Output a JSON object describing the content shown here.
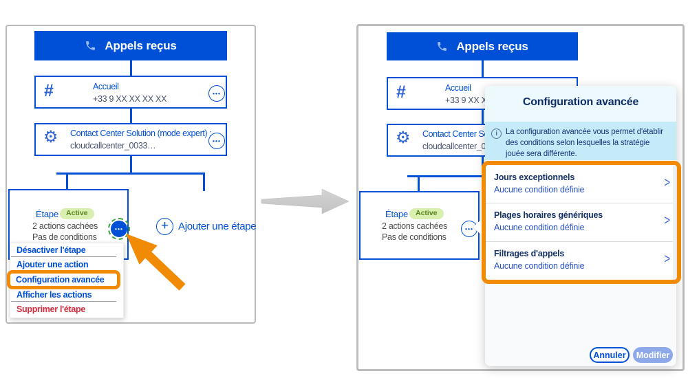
{
  "colors": {
    "brand_blue": "#0050d7",
    "navy_text": "#0d2e66",
    "row_subtitle_blue": "#2a52c5",
    "muted_gray_text": "#4c4c4e",
    "slate_text": "#47536d",
    "highlight_orange": "#f18a05",
    "danger_red": "#d02c3c",
    "badge_green_bg": "#d8efb0",
    "badge_green_text": "#5a831f",
    "info_banner_bg": "#c5ebf8",
    "popover_header_bg": "#eef9fd",
    "popover_bg": "#f9fafb",
    "disabled_button_bg": "#8da9ea",
    "panel_border_gray": "#b9b9b9",
    "arrow_gray": "#c8c8c8",
    "focus_ring_green": "#3fa33f"
  },
  "flow": {
    "header_title": "Appels reçus",
    "accueil": {
      "title": "Accueil",
      "subtitle": "+33 9 XX XX XX XX"
    },
    "contact": {
      "title": "Contact Center Solution (mode expert) :",
      "subtitle": "cloudcallcenter_0033…"
    },
    "etape": {
      "title": "Étape 1",
      "badge": "Active",
      "hidden_actions": "2 actions cachées",
      "conditions": "Pas de conditions"
    },
    "add_step_label": "Ajouter une étape"
  },
  "context_menu": {
    "items": [
      {
        "label": "Désactiver l'étape"
      },
      {
        "label": "Ajouter une action"
      },
      {
        "label": "Configuration avancée"
      },
      {
        "label": "Afficher les actions"
      },
      {
        "label": "Supprimer l'étape"
      }
    ]
  },
  "popover": {
    "title": "Configuration avancée",
    "info_text": "La configuration avancée vous permet d'établir des conditions selon lesquelles la stratégie jouée sera différente.",
    "rows": [
      {
        "title": "Jours exceptionnels",
        "subtitle": "Aucune condition définie"
      },
      {
        "title": "Plages horaires génériques",
        "subtitle": "Aucune condition définie"
      },
      {
        "title": "Filtrages d'appels",
        "subtitle": "Aucune condition définie"
      }
    ],
    "cancel_label": "Annuler",
    "submit_label": "Modifier"
  }
}
